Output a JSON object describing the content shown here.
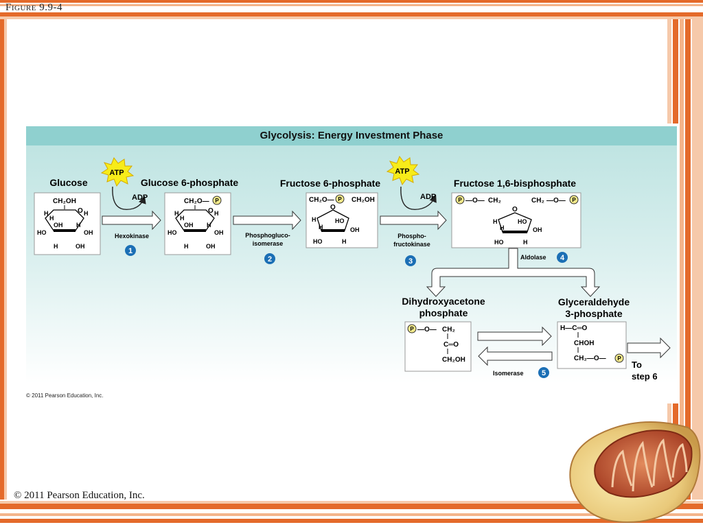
{
  "figure_label": "Figure 9.9-4",
  "copyright_bottom": "© 2011 Pearson Education, Inc.",
  "panel": {
    "title": "Glycolysis: Energy Investment Phase",
    "copyright": "© 2011 Pearson Education, Inc."
  },
  "molecules": {
    "glucose": "Glucose",
    "g6p": "Glucose 6-phosphate",
    "f6p": "Fructose 6-phosphate",
    "f16bp": "Fructose 1,6-bisphosphate",
    "dhap_line1": "Dihydroxyacetone",
    "dhap_line2": "phosphate",
    "g3p_line1": "Glyceraldehyde",
    "g3p_line2": "3-phosphate"
  },
  "steps": [
    {
      "number": "1",
      "enzyme_line1": "Hexokinase",
      "enzyme_line2": ""
    },
    {
      "number": "2",
      "enzyme_line1": "Phosphogluco-",
      "enzyme_line2": "isomerase"
    },
    {
      "number": "3",
      "enzyme_line1": "Phospho-",
      "enzyme_line2": "fructokinase"
    },
    {
      "number": "4",
      "enzyme_line1": "Aldolase",
      "enzyme_line2": ""
    },
    {
      "number": "5",
      "enzyme_line1": "Isomerase",
      "enzyme_line2": ""
    }
  ],
  "cofactors": {
    "atp": "ATP",
    "adp": "ADP"
  },
  "to_step": {
    "line1": "To",
    "line2": "step 6"
  },
  "structure_labels": {
    "ch2oh": "CH₂OH",
    "ch2o": "CH₂O—",
    "ch2": "CH₂",
    "phosphate": "P",
    "o": "O",
    "h": "H",
    "oh": "OH",
    "ho": "HO",
    "o_dash": "—O—",
    "c_eq_o": "C═O",
    "h_c_eq_o": "H—C═O",
    "choh": "CHOH",
    "ch2_o": "CH₂—O—"
  },
  "colors": {
    "header_band": "#8fd0cf",
    "step_circle": "#1b6fb5",
    "atp_burst": "#f7ec1a",
    "phosphate_fill": "#f2e88a",
    "stripe_orange": "#e46a2a"
  }
}
